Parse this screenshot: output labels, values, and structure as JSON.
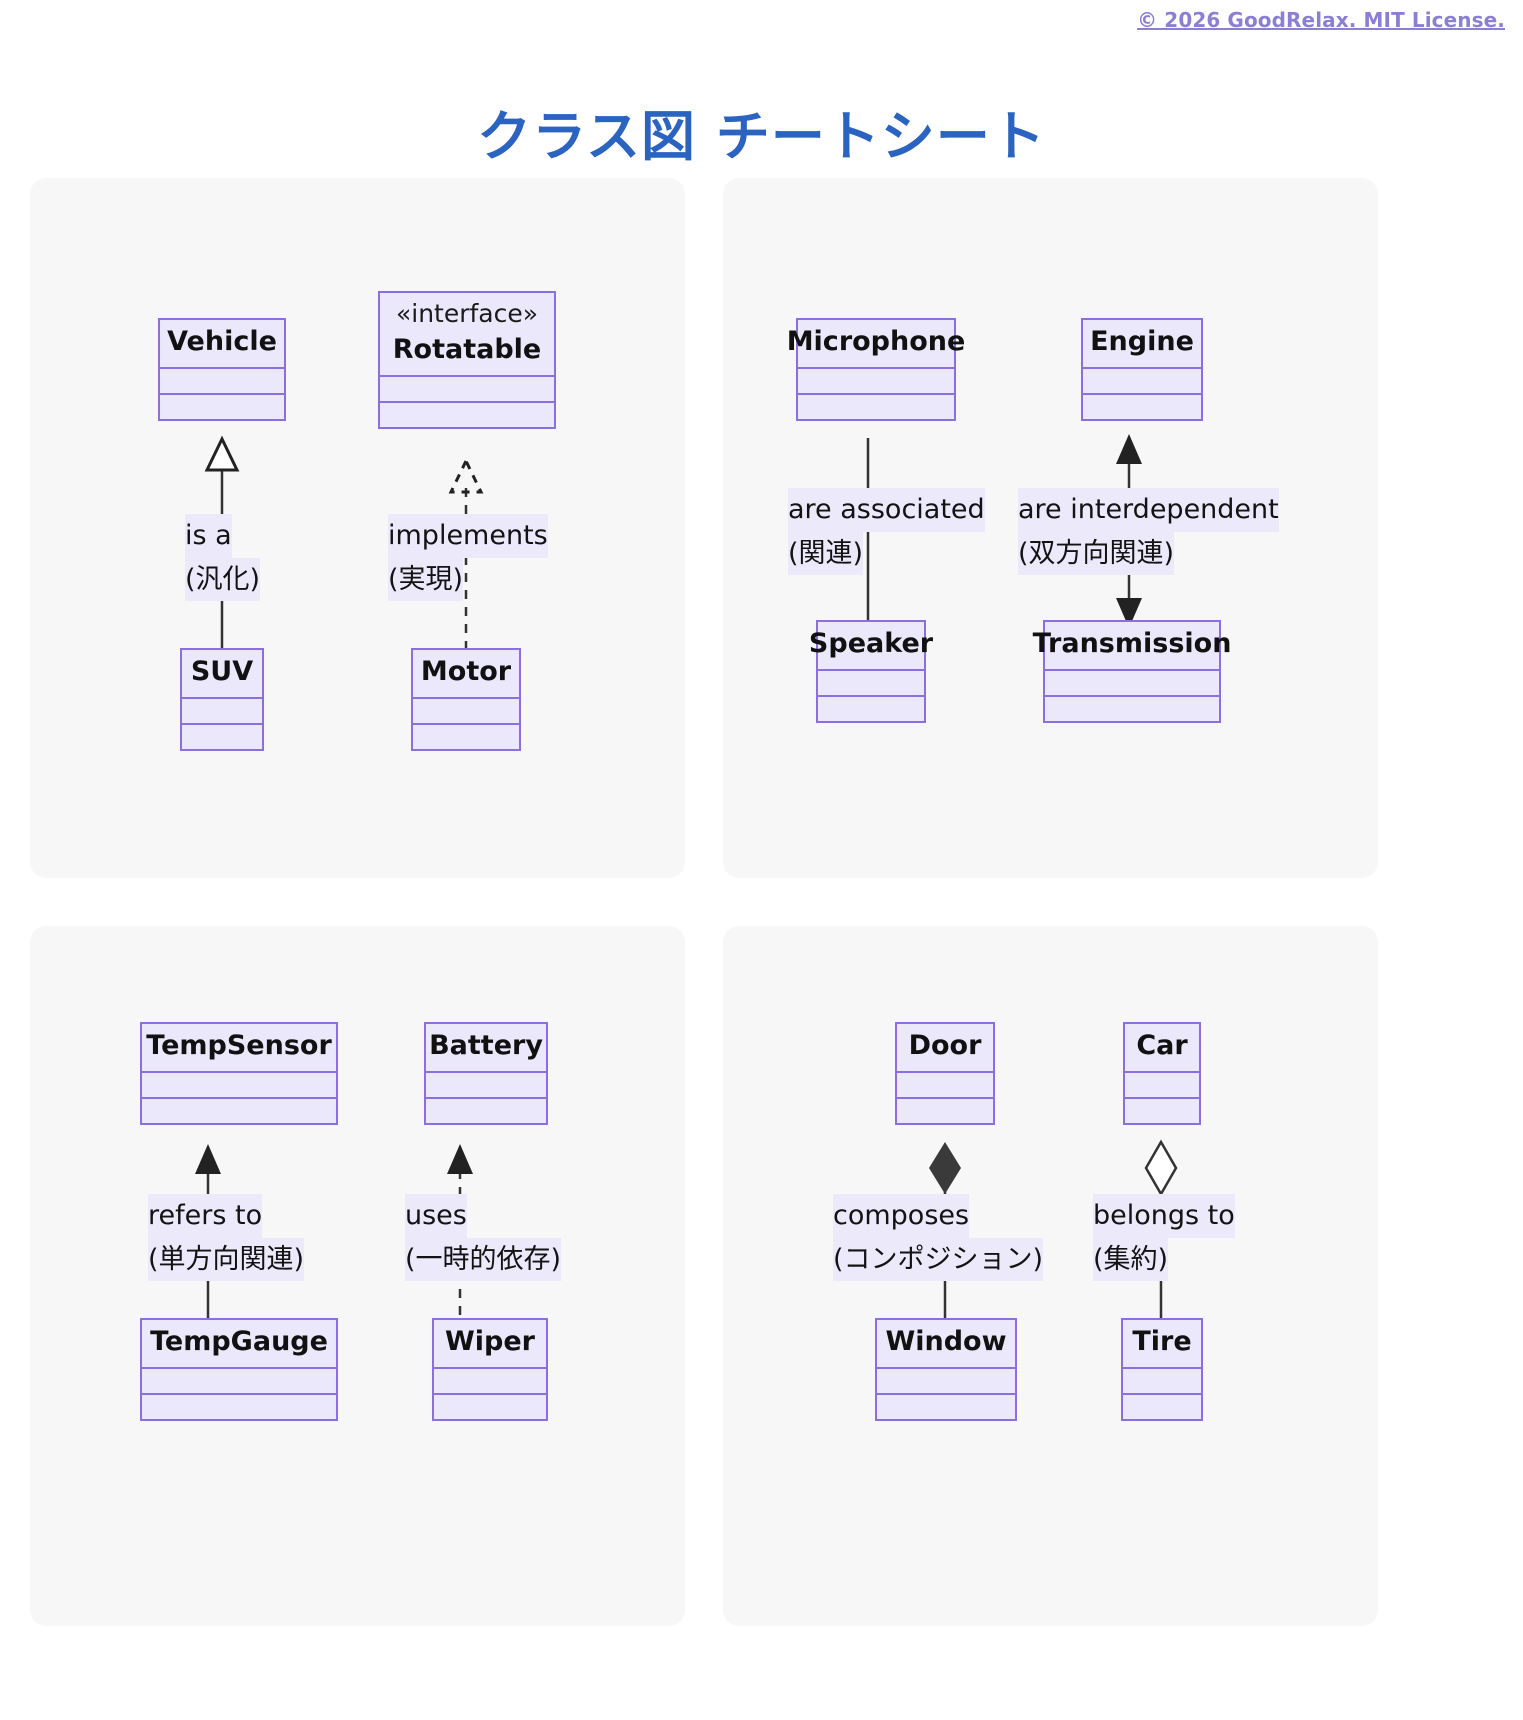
{
  "header": {
    "copyright": "© 2026 GoodRelax. MIT License.",
    "title": "クラス図 チートシート"
  },
  "panels": [
    {
      "id": "panel-generalization-realization",
      "relations": [
        {
          "name": "generalization",
          "parent": "Vehicle",
          "child": "SUV",
          "label_en": "is a",
          "label_jp": "(汎化)",
          "line": "solid",
          "head": "hollow-triangle"
        },
        {
          "name": "realization",
          "parent": "Rotatable",
          "parent_stereotype": "«interface»",
          "child": "Motor",
          "label_en": "implements",
          "label_jp": "(実現)",
          "line": "dashed",
          "head": "hollow-triangle"
        }
      ]
    },
    {
      "id": "panel-association-bidirectional",
      "relations": [
        {
          "name": "association",
          "parent": "Microphone",
          "child": "Speaker",
          "label_en": "are associated",
          "label_jp": "(関連)",
          "line": "solid",
          "head": "none"
        },
        {
          "name": "bidirectional-association",
          "parent": "Engine",
          "child": "Transmission",
          "label_en": "are interdependent",
          "label_jp": "(双方向関連)",
          "line": "solid",
          "head": "filled-arrow-both"
        }
      ]
    },
    {
      "id": "panel-directed-dependency",
      "relations": [
        {
          "name": "directed-association",
          "parent": "TempSensor",
          "child": "TempGauge",
          "label_en": "refers to",
          "label_jp": "(単方向関連)",
          "line": "solid",
          "head": "filled-arrow"
        },
        {
          "name": "dependency",
          "parent": "Battery",
          "child": "Wiper",
          "label_en": "uses",
          "label_jp": "(一時的依存)",
          "line": "dashed",
          "head": "filled-arrow"
        }
      ]
    },
    {
      "id": "panel-composition-aggregation",
      "relations": [
        {
          "name": "composition",
          "parent": "Door",
          "child": "Window",
          "label_en": "composes",
          "label_jp": "(コンポジション)",
          "line": "solid",
          "head": "filled-diamond"
        },
        {
          "name": "aggregation",
          "parent": "Car",
          "child": "Tire",
          "label_en": "belongs to",
          "label_jp": "(集約)",
          "line": "solid",
          "head": "hollow-diamond"
        }
      ]
    }
  ],
  "colors": {
    "title": "#2a63c0",
    "link": "#8b7fd4",
    "class_fill": "#ebe8fb",
    "class_border": "#8b6fe0",
    "panel_bg": "#f7f7f7",
    "label_highlight": "#ece9fb",
    "connector": "#333333"
  }
}
